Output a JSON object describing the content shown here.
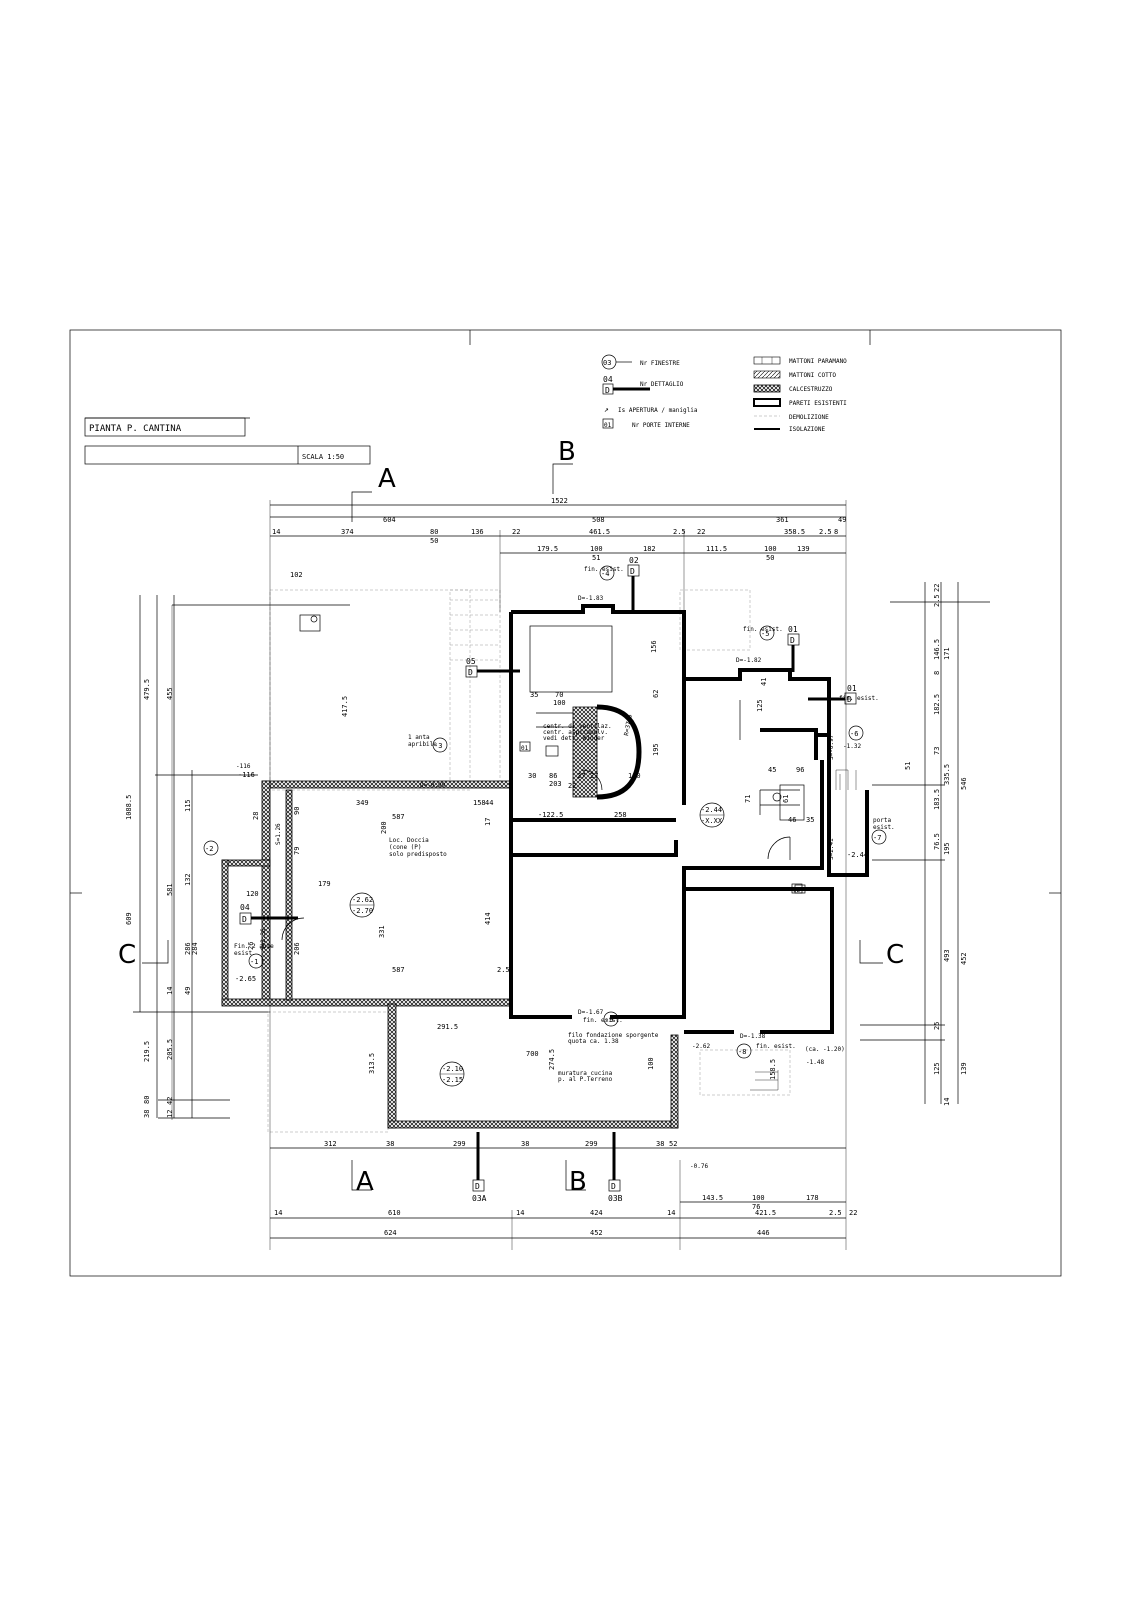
{
  "title_block": {
    "title": "PIANTA P. CANTINA",
    "scale": "SCALA 1:50"
  },
  "legend": {
    "symbols": [
      {
        "id": "finestre",
        "label": "Nr FINESTRE",
        "tag": "03"
      },
      {
        "id": "dettaglio",
        "label": "Nr DETTAGLIO",
        "tag": "04",
        "tag2": "D"
      },
      {
        "id": "apertura",
        "label": "Is APERTURA / maniglia"
      },
      {
        "id": "porte",
        "label": "Nr PORTE INTERNE",
        "tag": "01"
      }
    ],
    "materials": [
      {
        "id": "paramano",
        "label": "MATTONI PARAMANO"
      },
      {
        "id": "cotto",
        "label": "MATTONI COTTO"
      },
      {
        "id": "calcestruzzo",
        "label": "CALCESTRUZZO"
      },
      {
        "id": "esistenti",
        "label": "PARETI ESISTENTI"
      },
      {
        "id": "demolizione",
        "label": "DEMOLIZIONE"
      },
      {
        "id": "isolazione",
        "label": "ISOLAZIONE"
      }
    ]
  },
  "section_marks": {
    "A": "A",
    "B": "B",
    "C": "C"
  },
  "detail_tags": {
    "t02": "02",
    "t05": "05",
    "t01a": "01",
    "t01b": "01",
    "t04": "04",
    "t03A": "03A",
    "t03B": "03B",
    "D": "D"
  },
  "window_tags": [
    "-1",
    "-2",
    "-3",
    "-4",
    "-5",
    "-6",
    "-7",
    "-8",
    "-9"
  ],
  "door_tags": [
    "01",
    "02"
  ],
  "dimensions": {
    "top_total": "1522",
    "top_row1": [
      "604",
      "508",
      "361",
      "49"
    ],
    "top_row2": [
      "14",
      "374",
      "80",
      "50",
      "136",
      "22",
      "461.5",
      "2.5",
      "22",
      "358.5",
      "2.5",
      "8"
    ],
    "top_row3": [
      "179.5",
      "100",
      "51",
      "182",
      "111.5",
      "100",
      "50",
      "139"
    ],
    "bottom_row1": [
      "312",
      "38",
      "299",
      "38",
      "299",
      "38",
      "52"
    ],
    "bottom_row2": [
      "143.5",
      "100",
      "76",
      "178"
    ],
    "bottom_row3": [
      "14",
      "610",
      "14",
      "424",
      "14",
      "421.5",
      "2.5",
      "22"
    ],
    "bottom_row4": [
      "624",
      "452",
      "446"
    ],
    "left_outer": [
      "1088.5",
      "609"
    ],
    "left_mid": [
      "479.5",
      "219.5"
    ],
    "left_inner": [
      "455",
      "417.5",
      "115",
      "132",
      "581",
      "286",
      "284",
      "14",
      "49",
      "205.5",
      "38",
      "42",
      "80",
      "12"
    ],
    "right_outer": [
      "546",
      "452"
    ],
    "right_mid": [
      "171",
      "146.5",
      "182.5",
      "73",
      "335.5",
      "183.5",
      "76.5",
      "195",
      "493"
    ],
    "right_inner": [
      "22",
      "2.5",
      "8",
      "25",
      "51",
      "125",
      "139",
      "14"
    ],
    "interior": [
      "102",
      "-116",
      "349",
      "587",
      "158",
      "200",
      "179",
      "331",
      "414",
      "587",
      "291.5",
      "700",
      "313.5",
      "274.5",
      "100",
      "-122.5",
      "258",
      "70",
      "100",
      "35",
      "30",
      "86",
      "203",
      "27",
      "22",
      "27",
      "180",
      "195",
      "156",
      "62",
      "41",
      "125",
      "96",
      "71",
      "46",
      "35",
      "61",
      "45",
      "158.5",
      "120",
      "26",
      "206",
      "90",
      "79",
      "2.5",
      "44",
      "17",
      "28"
    ]
  },
  "room_levels": [
    {
      "id": "cantina",
      "lines": [
        "-2.62",
        "-2.70"
      ]
    },
    {
      "id": "sottoscala",
      "lines": [
        "-2.44",
        "-X.XX"
      ]
    },
    {
      "id": "garage",
      "lines": [
        "-2.10",
        "-2.15"
      ]
    }
  ],
  "notes": {
    "loc_doccia": [
      "Loc. Doccia",
      "(cone (P)",
      "solo predisposto"
    ],
    "anta_apribile": [
      "1 anta",
      "apribile"
    ],
    "fin_2_ante": [
      "Fin. 2 ante",
      "esist."
    ],
    "centr_ventilaz": [
      "centr. di ventilaz.",
      "centr. aspirapolv.",
      "vedi dett. Winder"
    ],
    "filo_fondazione": [
      "filo fondazione sporgente",
      "quota ca. 1.38"
    ],
    "muratura": [
      "muratura cucina",
      "p. al P.Terreno"
    ],
    "porta_esist": [
      "porta",
      "esist."
    ],
    "fin_esist": "fin. esist.",
    "quota_ca": "(ca. -1.20)",
    "radius": "R=37.5"
  },
  "levels": {
    "l1": "-2.65",
    "l2": "-2.62",
    "l3": "-2.44",
    "l4": "-1.32",
    "l5": "-1.48",
    "l6": "-0.76",
    "l7": "S=2.41",
    "l8": "D=-1.83",
    "l9": "D=-1.82",
    "l10": "D=-1.67",
    "l11": "D=-1.38",
    "l12": "S=-0.97",
    "l13": "S=2.36",
    "l14": "S=1.26",
    "l15": "D=-0.99",
    "l16": "-116"
  }
}
